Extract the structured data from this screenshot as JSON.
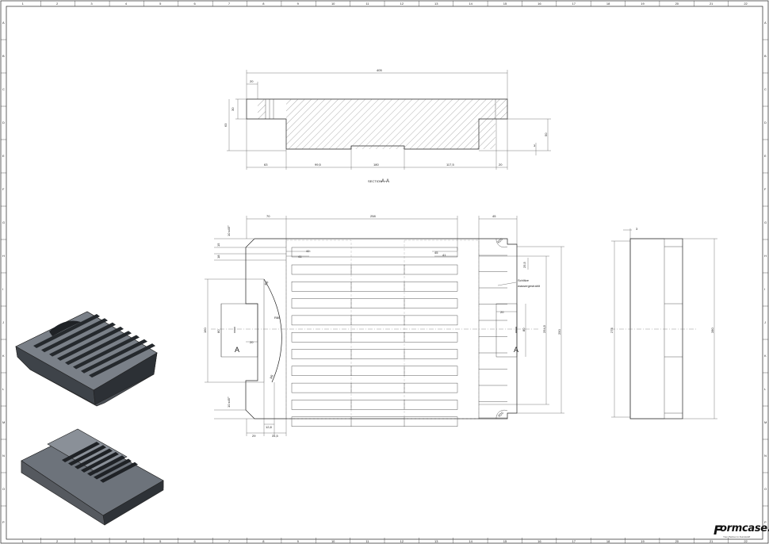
{
  "sheet": {
    "column_labels": [
      "1",
      "2",
      "3",
      "4",
      "5",
      "6",
      "7",
      "8",
      "9",
      "10",
      "11",
      "12",
      "13",
      "14",
      "15",
      "16",
      "17",
      "18",
      "19",
      "20",
      "21",
      "22"
    ],
    "row_labels": [
      "A",
      "B",
      "C",
      "D",
      "E",
      "F",
      "G",
      "H",
      "I",
      "J",
      "K",
      "L",
      "M",
      "N",
      "O",
      "P"
    ]
  },
  "section_view": {
    "title_prefix": "SECTION",
    "title_id": "A-A",
    "dims": {
      "overall": "405",
      "left_step": "20",
      "height_inner": "30",
      "height_total": "63",
      "right_height": "50",
      "right_small": "3",
      "b1": "63",
      "b2": "99,5",
      "b3": "180",
      "b4": "117,5",
      "b5": "20"
    }
  },
  "top_view": {
    "dims": {
      "top_left": "70",
      "top_mid": "258",
      "top_right": "45",
      "chamfer_l": "10 x45°",
      "row_a": "15",
      "row_b": "18",
      "slot_l1": "42",
      "slot_l2": "41",
      "slot_r1": "45",
      "slot_r2": "41",
      "corner_r": "R20",
      "pitch": "25,5",
      "left_h": "160",
      "left_inner": "80",
      "left_notch": "20",
      "arc_r": "R80",
      "arc_r2": "R5",
      "right_notch": "20",
      "right_h": "80",
      "inner_h": "254,5",
      "overall_h": "250",
      "bot_chamfer": "10 x45°",
      "bot_1": "29",
      "bot_2": "12,8",
      "bot_3": "31,5",
      "corner_r2": "R20"
    },
    "callout": "Schlitze\nwassergestrahlt",
    "section_marker_left": "A",
    "section_marker_right": "A"
  },
  "side_view": {
    "dims": {
      "top": "3",
      "left_h": "274",
      "right_h": "280"
    }
  },
  "logo": {
    "name": "ormcase.",
    "initial": "F",
    "tagline": "Your Partner in Kunststoff"
  }
}
